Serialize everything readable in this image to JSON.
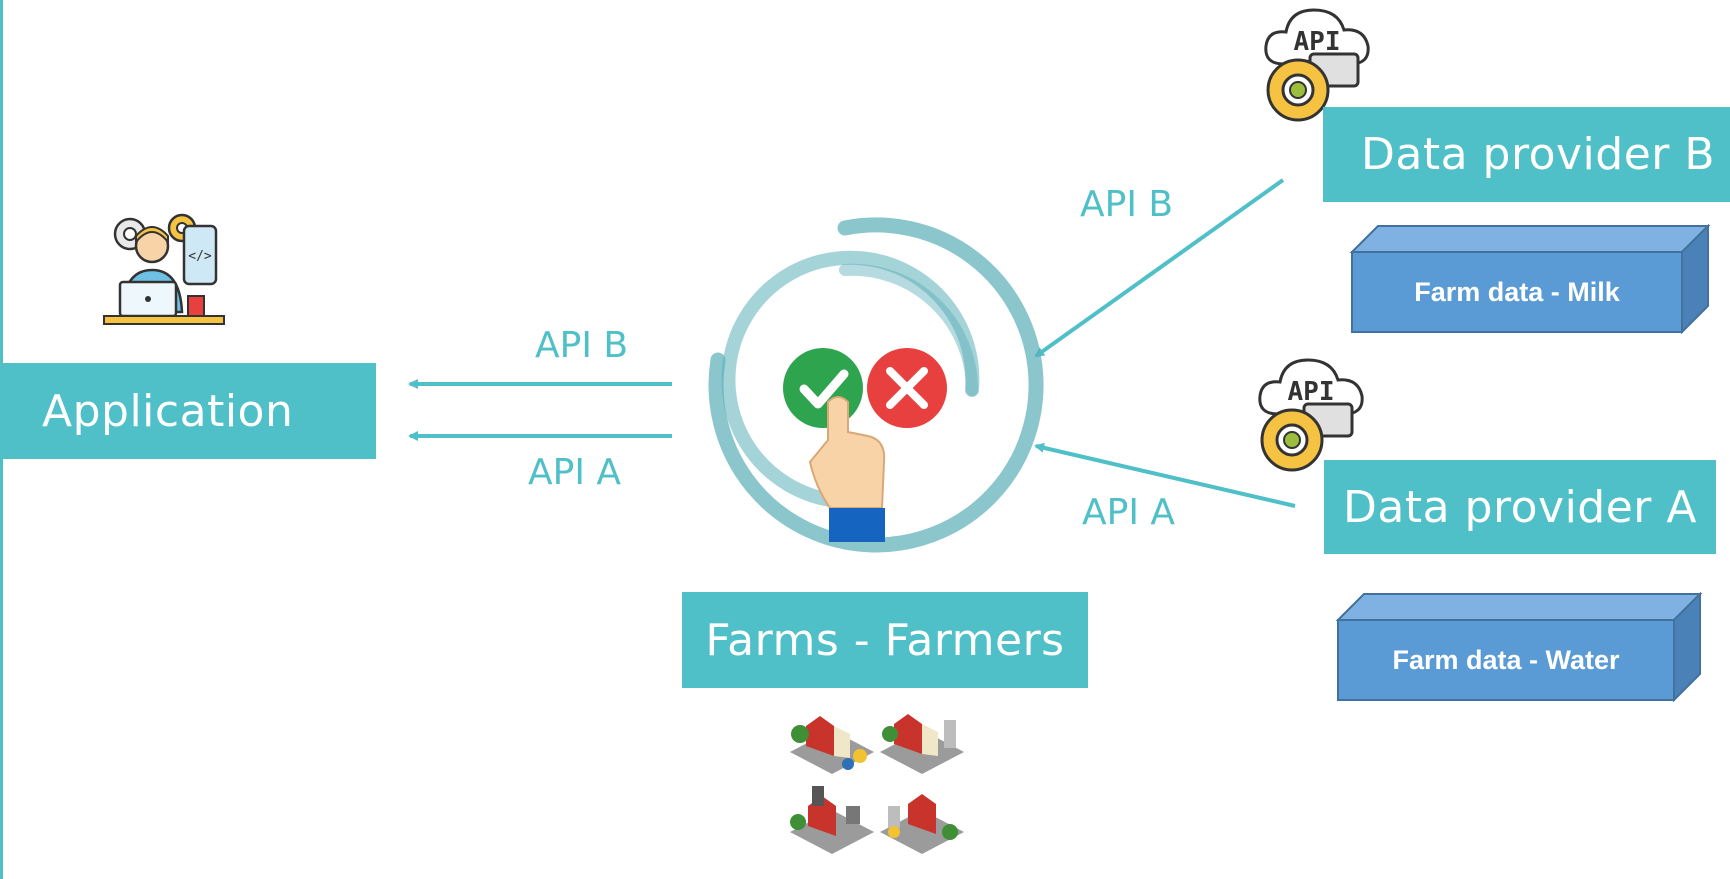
{
  "application": {
    "label": "Application"
  },
  "center": {
    "label": "Farms - Farmers"
  },
  "provider_b": {
    "label": "Data provider B",
    "dataset": "Farm data - Milk",
    "icon_text": "API"
  },
  "provider_a": {
    "label": "Data provider A",
    "dataset": "Farm data - Water",
    "icon_text": "API"
  },
  "edges": {
    "left_top": "API B",
    "left_bottom": "API A",
    "right_top": "API B",
    "right_bottom": "API A"
  },
  "colors": {
    "accent": "#4fbfc8",
    "cube_front": "#5b9bd5",
    "cube_top": "#7fb1e3",
    "cube_side": "#4a82b8",
    "check": "#2ea44f",
    "cross": "#e8403e"
  },
  "icons": {
    "application": "developer-laptop-icon",
    "center": "approve-reject-consent-icon",
    "farms": "farm-buildings-icon",
    "provider": "api-cloud-server-gear-icon"
  }
}
